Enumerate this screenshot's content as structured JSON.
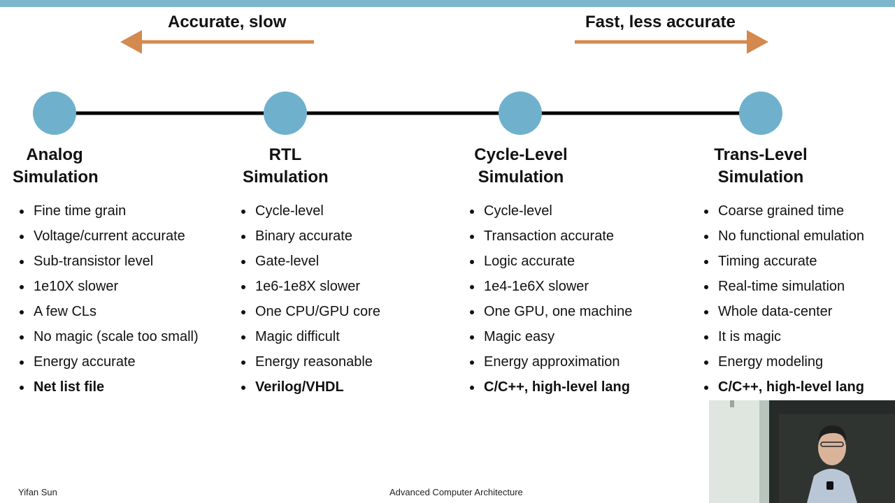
{
  "directions": {
    "left_label": "Accurate, slow",
    "right_label": "Fast, less accurate",
    "arrow_color": "#d4894e"
  },
  "timeline": {
    "node_color": "#6fb1cc",
    "line_color": "#000000"
  },
  "columns": [
    {
      "title_line1": "Analog",
      "title_line2": "Simulation",
      "items": [
        "Fine time grain",
        "Voltage/current accurate",
        "Sub-transistor level",
        "1e10X slower",
        "A few CLs",
        "No magic (scale too small)",
        "Energy accurate"
      ],
      "emphasis": "Net list file"
    },
    {
      "title_line1": "RTL",
      "title_line2": "Simulation",
      "items": [
        "Cycle-level",
        "Binary accurate",
        "Gate-level",
        "1e6-1e8X slower",
        "One CPU/GPU core",
        "Magic difficult",
        "Energy reasonable"
      ],
      "emphasis": "Verilog/VHDL"
    },
    {
      "title_line1": "Cycle-Level",
      "title_line2": "Simulation",
      "items": [
        "Cycle-level",
        "Transaction accurate",
        "Logic accurate",
        "1e4-1e6X slower",
        "One GPU, one machine",
        "Magic easy",
        "Energy approximation"
      ],
      "emphasis": "C/C++, high-level lang"
    },
    {
      "title_line1": "Trans-Level",
      "title_line2": "Simulation",
      "items": [
        "Coarse grained time",
        "No functional emulation",
        "Timing accurate",
        "Real-time simulation",
        "Whole data-center",
        "It is magic",
        "Energy modeling"
      ],
      "emphasis": "C/C++, high-level lang"
    }
  ],
  "footer": {
    "author": "Yifan Sun",
    "course": "Advanced Computer Architecture"
  }
}
